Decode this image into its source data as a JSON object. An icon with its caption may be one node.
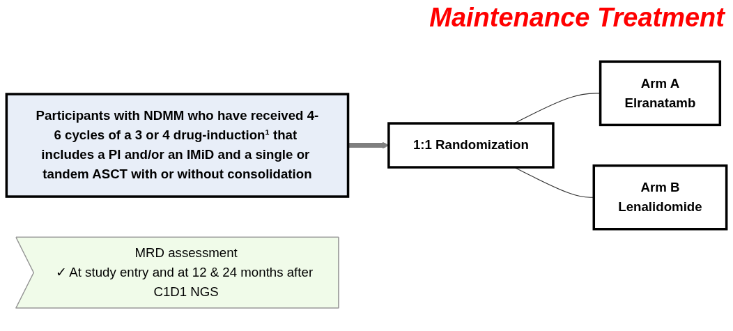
{
  "diagram": {
    "title": "Maintenance Treatment",
    "nodes": [
      {
        "text": [
          "Participants with NDMM who have received 4-6 cycles of a 3 or 4 drug-induction¹ that includes a PI and/or an IMiD and a single or tandem ASCT with or without consolidation"
        ]
      },
      {
        "text": [
          "1:1 Randomization"
        ]
      },
      {
        "text": [
          "Arm A",
          "Elranatamb"
        ]
      },
      {
        "text": [
          "Arm B",
          "Lenalidomide"
        ]
      },
      {
        "text": [
          "MRD assessment",
          "✓ At study entry and at 12 & 24 months after C1D1 NGS"
        ]
      }
    ],
    "edges": [
      {
        "from": 0,
        "to": 1,
        "arrow": "to",
        "style": "thick",
        "color": "#7f7f7f"
      },
      {
        "from": 1,
        "to": 2,
        "arrow": "none"
      },
      {
        "from": 1,
        "to": 3,
        "arrow": "none"
      }
    ]
  }
}
